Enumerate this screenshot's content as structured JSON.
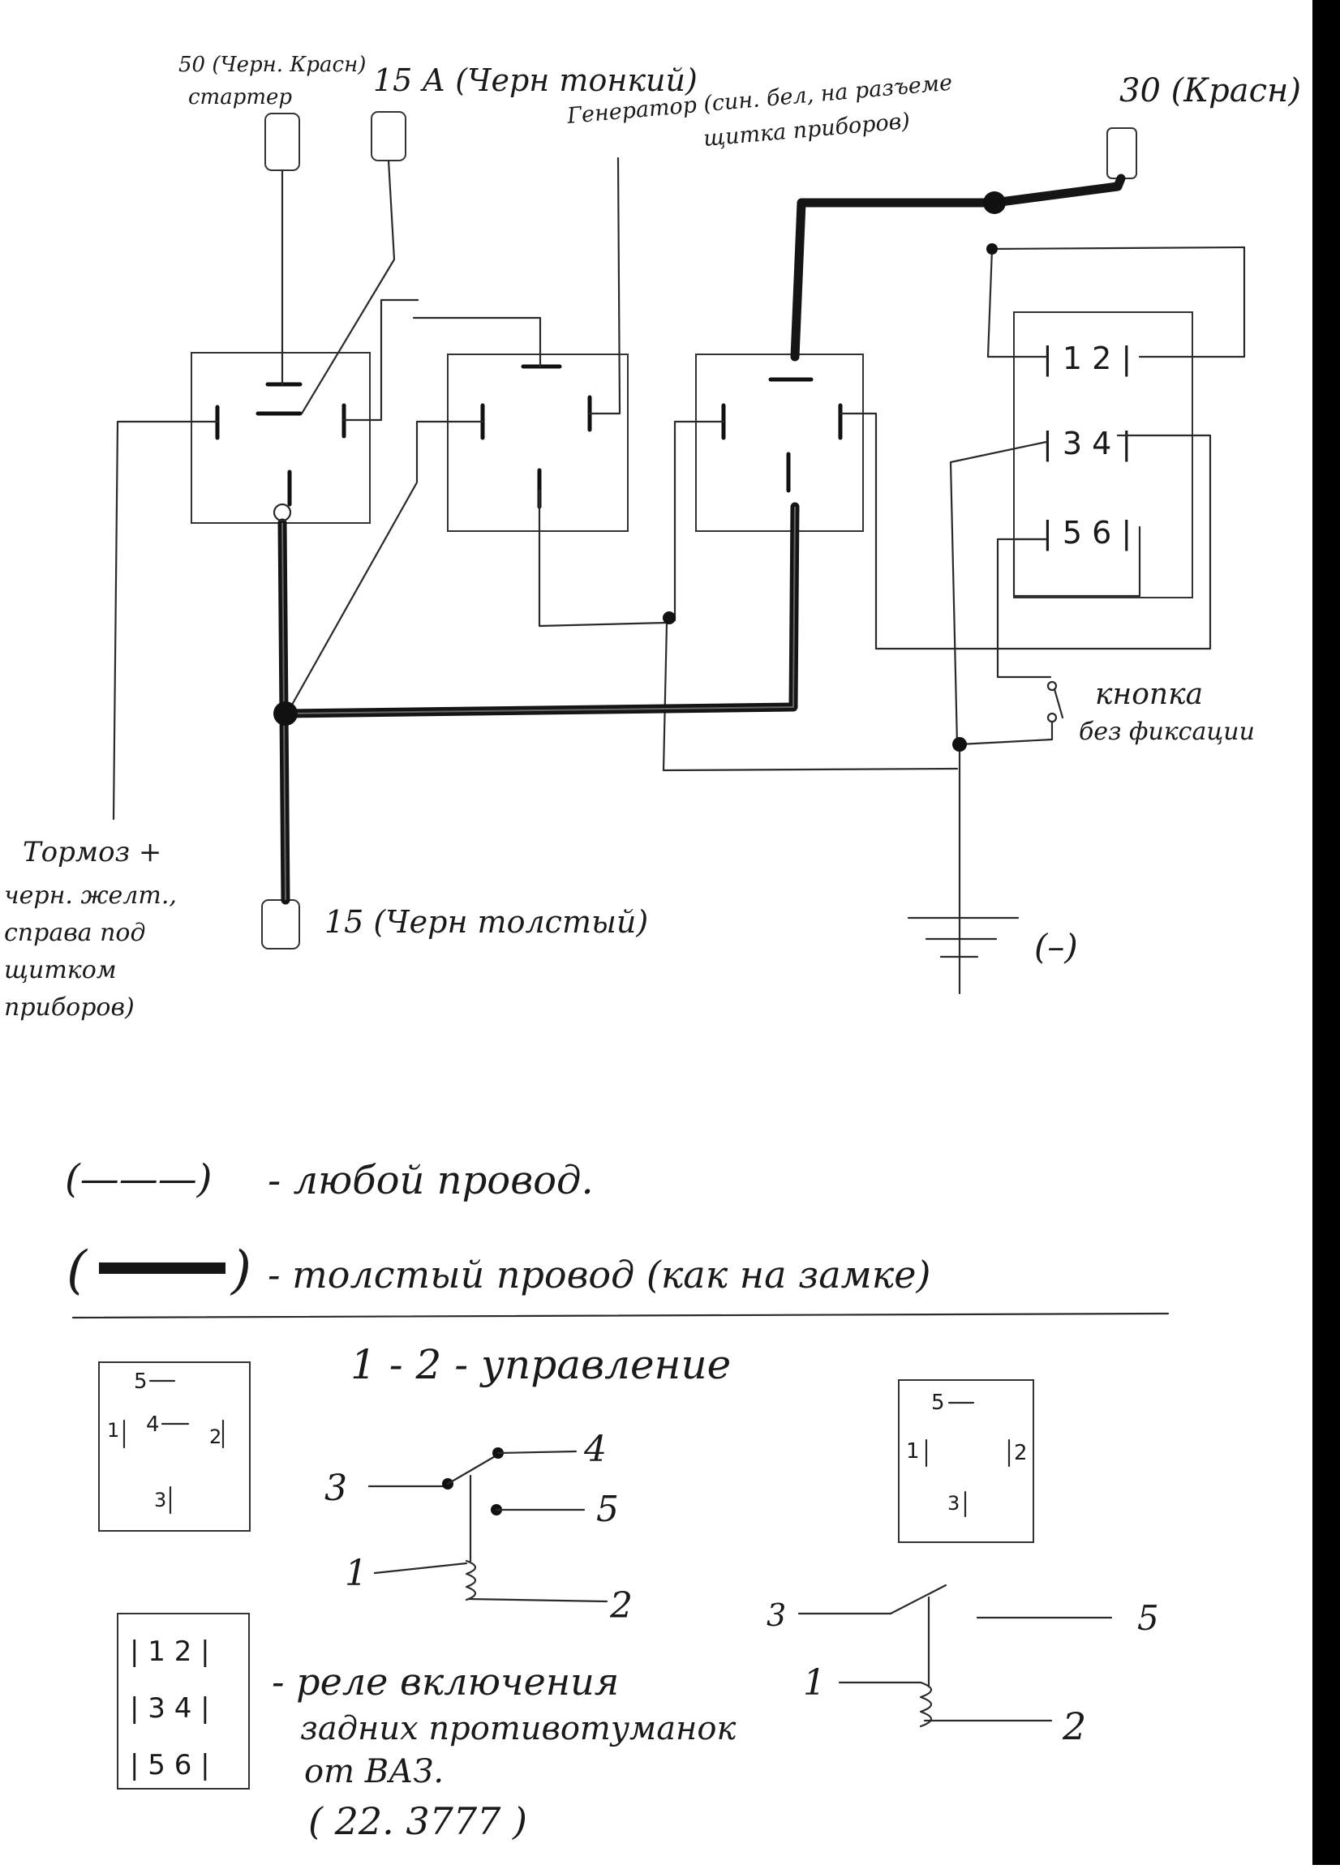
{
  "terminals": {
    "t50_a": "50 (Черн. Красн)",
    "t50_b": "стартер",
    "t15a": "15 А (Черн тонкий)",
    "gen_a": "Генератор (син. бел, на разъеме",
    "gen_b": "щитка приборов)",
    "t30": "30 (Красн)",
    "brake_1": "Тормоз +",
    "brake_2": "черн. желт.,",
    "brake_3": "справа под",
    "brake_4": "щитком",
    "brake_5": "приборов)",
    "t15": "15 (Черн толстый)",
    "button_1": "кнопка",
    "button_2": "без фиксации",
    "ground": "(–)"
  },
  "relay_block_pins": {
    "r1": "| 1 2 |",
    "r2": "| 3 4 |",
    "r3": "| 5 6 |"
  },
  "legend": {
    "thin_symbol": "(———)",
    "thin_text": "- любой провод.",
    "thick_symbol_open": "(",
    "thick_symbol_close": ")",
    "thick_text": "- толстый провод (как на замке)"
  },
  "relay_info": {
    "control": "1 - 2 - управление",
    "left_pins": {
      "p5": "5",
      "p1": "1",
      "p4": "4",
      "p2": "2",
      "p3": "3"
    },
    "right_pins": {
      "p5": "5",
      "p1": "1",
      "p2": "2",
      "p3": "3"
    },
    "sch1": {
      "n3": "3",
      "n4": "4",
      "n5": "5",
      "n1": "1",
      "n2": "2"
    },
    "sch2": {
      "n3": "3",
      "n5": "5",
      "n1": "1",
      "n2": "2"
    },
    "block_rows": [
      "| 1 2 |",
      "| 3 4 |",
      "| 5 6 |"
    ],
    "desc_1": "- реле включения",
    "desc_2": "задних противотуманок",
    "desc_3": "от ВАЗ.",
    "desc_4": "( 22. 3777 )"
  }
}
